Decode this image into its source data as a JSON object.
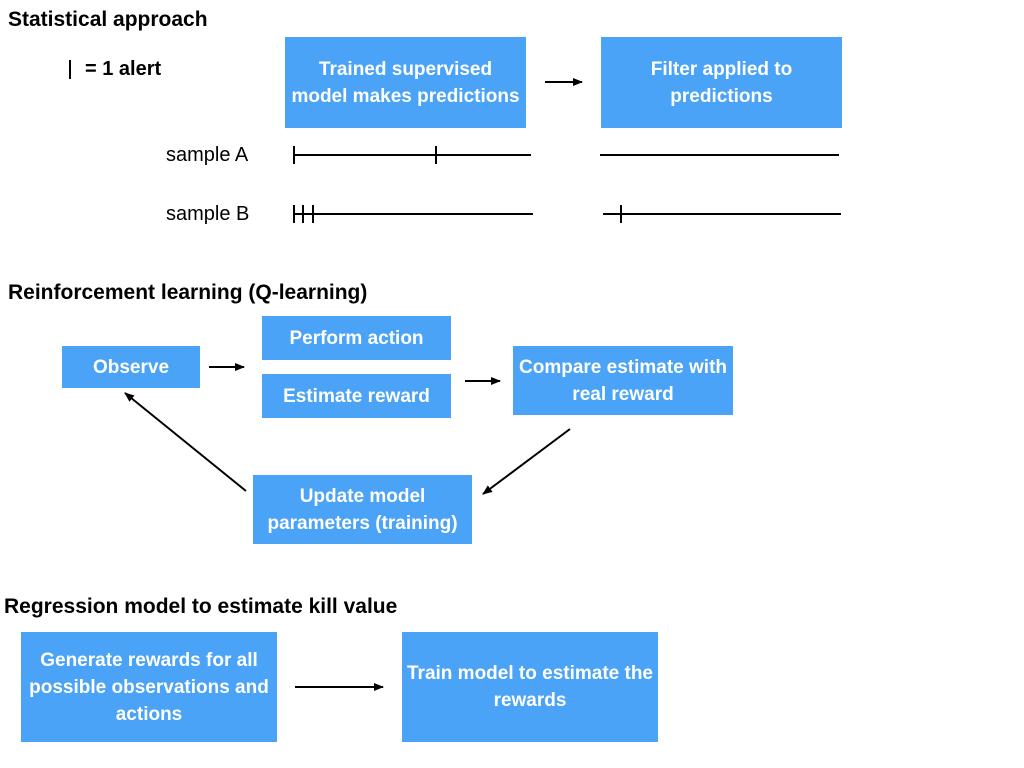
{
  "statistical": {
    "heading": "Statistical approach",
    "legend": "= 1 alert",
    "model_box": "Trained supervised model makes predictions",
    "filter_box": "Filter applied to predictions",
    "sample_a_label": "sample A",
    "sample_b_label": "sample B"
  },
  "rl": {
    "heading": "Reinforcement learning (Q-learning)",
    "observe_box": "Observe",
    "perform_box": "Perform action",
    "estimate_box": "Estimate reward",
    "compare_box": "Compare estimate with real reward",
    "update_box": "Update model parameters (training)"
  },
  "regression": {
    "heading": "Regression model to estimate kill value",
    "generate_box": "Generate rewards for all possible observations and actions",
    "train_box": "Train model to estimate the rewards"
  },
  "colors": {
    "box_fill": "#4aa3f7",
    "box_text": "#ffffff",
    "line": "#000000"
  }
}
